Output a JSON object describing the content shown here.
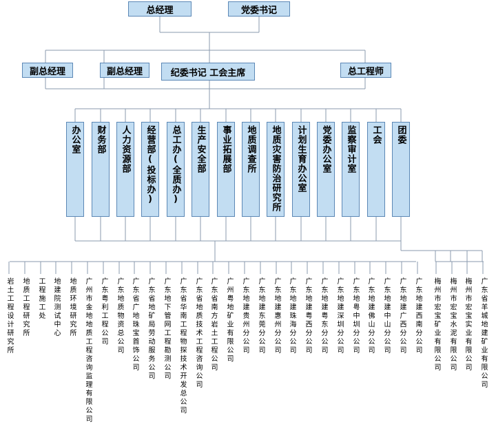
{
  "top": {
    "general_manager": "总经理",
    "party_secretary": "党委书记"
  },
  "second": {
    "deputy_1": "副总经理",
    "deputy_2": "副总经理",
    "discipline": "纪委书记 工会主席",
    "chief_engineer": "总工程师"
  },
  "departments": [
    "办公室",
    "财务部",
    "人力资源部",
    "经营部(投标办)",
    "总工办(全质办)",
    "生产安全部",
    "事业拓展部",
    "地质调查所",
    "地质灾害防治研究所",
    "计划生育办公室",
    "党委办公室",
    "监察审计室",
    "工会",
    "团委"
  ],
  "units": [
    "岩土工程设计研究所",
    "地质工程研究所",
    "工程施工处",
    "地建院测试中心",
    "地质环境研究所",
    "广州市金地地质工程咨询监理有限公司",
    "广东粤利工程公司",
    "广东地质物资总公司",
    "广东省广地珠宝首饰公司",
    "广东省地矿局劳动服务公司",
    "广东地下管网工程勘测公司",
    "广东省华南工程物探技术开发总公司",
    "广东省地质技术工程咨询公司",
    "广东省南方岩土工程公司",
    "广州粤地矿业有限公司",
    "广东地建贵州分公司",
    "广东地建东莞分公司",
    "广东地建惠州分公司",
    "广东地建珠海分公司",
    "广东地建粤西分公司",
    "广东地建粤东分公司",
    "广东地建深圳分公司",
    "广东地粤中圳分公司",
    "广东地建佛山分公司",
    "广东地建中山分公司",
    "广东地建广西分公司",
    "广东地建西南分公司",
    "梅州市宏宝矿业有限公司",
    "梅州市宏宝水泥有限公司",
    "梅州市宏宝实业有限公司",
    "广东省羊城地建矿业有限公司"
  ],
  "colors": {
    "box_fill": "#c2ddf2",
    "box_border": "#5b87b5",
    "line": "#8a9aae"
  }
}
